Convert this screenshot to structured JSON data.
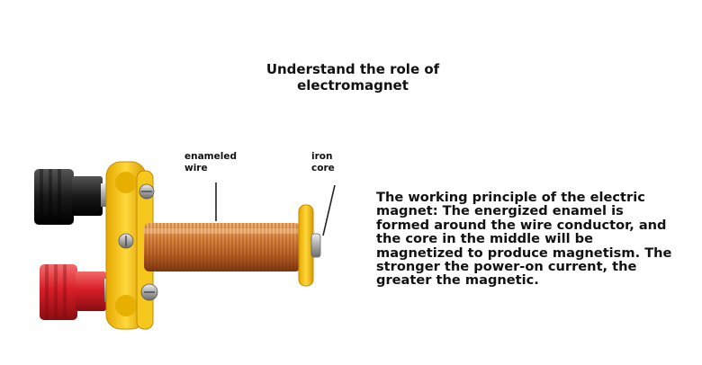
{
  "title_lines": [
    "Understand the role of",
    "electromagnet"
  ],
  "labels": {
    "enameled_wire": [
      "enameled",
      "wire"
    ],
    "iron_core": [
      "iron",
      "core"
    ]
  },
  "description_lines": [
    "The working principle of the electric",
    "magnet: The energized enamel is",
    "formed around the wire conductor, and",
    "the core in the middle will be",
    "magnetized to produce magnetism. The",
    "stronger the power-on current, the",
    "greater the magnetic."
  ],
  "colors": {
    "copper": "#c46a2c",
    "yellow_plastic": "#f2c21a",
    "black_terminal": "#222222",
    "red_terminal": "#d81e28"
  }
}
